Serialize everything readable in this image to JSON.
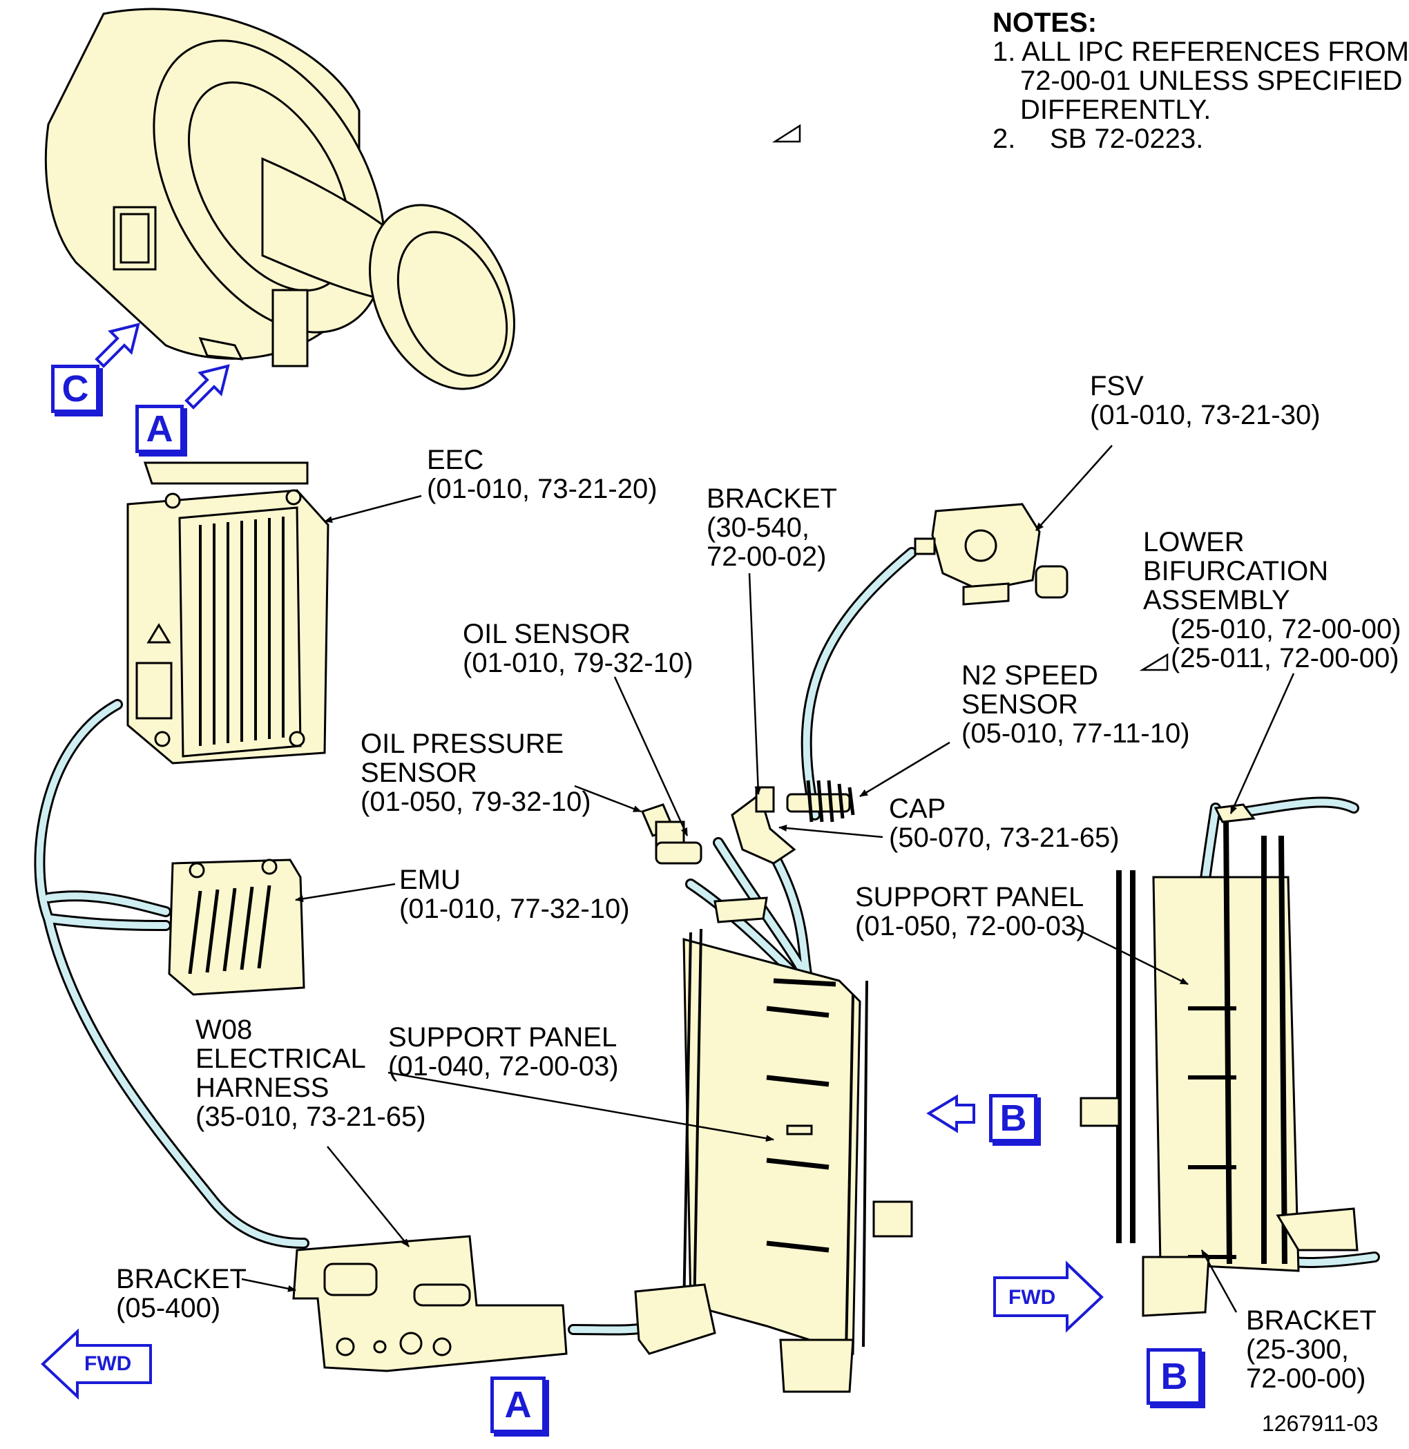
{
  "notes": {
    "title": "NOTES:",
    "line1": "1. ALL IPC REFERENCES FROM",
    "line2": "72-00-01 UNLESS SPECIFIED",
    "line3": "DIFFERENTLY.",
    "line4": "SB 72-0223.",
    "line4_prefix": "2."
  },
  "callouts": {
    "eec": "EEC\n(01-010, 73-21-20)",
    "emu": "EMU\n(01-010, 77-32-10)",
    "w08": "W08\nELECTRICAL\nHARNESS\n(35-010, 73-21-65)",
    "bracket_05": "BRACKET\n(05-400)",
    "support_040": "SUPPORT PANEL\n(01-040, 72-00-03)",
    "oil_pressure": "OIL PRESSURE\nSENSOR\n(01-050, 79-32-10)",
    "oil_sensor": "OIL SENSOR\n(01-010, 79-32-10)",
    "bracket_30": "BRACKET\n(30-540,\n72-00-02)",
    "fsv": "FSV\n(01-010, 73-21-30)",
    "n2": "N2 SPEED\nSENSOR\n(05-010, 77-11-10)",
    "cap": "CAP\n(50-070, 73-21-65)",
    "support_050": "SUPPORT PANEL\n(01-050, 72-00-03)",
    "lower_bif": "LOWER\nBIFURCATION\nASSEMBLY",
    "lower_bif_ref1": "(25-010, 72-00-00)",
    "lower_bif_ref2": "(25-011, 72-00-00)",
    "bracket_25": "BRACKET\n(25-300,\n72-00-00)"
  },
  "view_tags": {
    "c_top": "C",
    "a_top": "A",
    "b_right": "B",
    "a_bottom": "A",
    "b_bottom": "B"
  },
  "fwd": {
    "left": "FWD",
    "right": "FWD"
  },
  "figure_id": "1267911-03",
  "colors": {
    "part_fill": "#fbf7cf",
    "harness": "#cfeef2",
    "tag_blue": "#1b1bd6"
  }
}
